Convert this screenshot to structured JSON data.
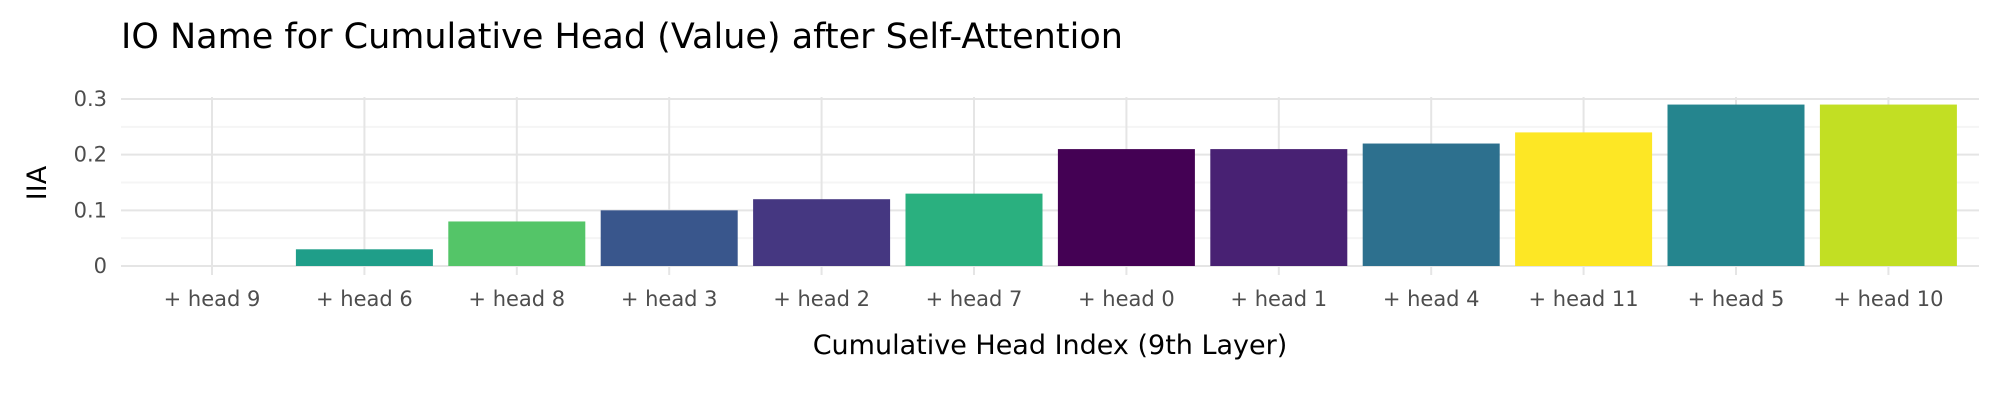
{
  "chart_data": {
    "type": "bar",
    "title": "IO Name for Cumulative Head (Value) after Self-Attention",
    "xlabel": "Cumulative Head Index (9th Layer)",
    "ylabel": "IIA",
    "ylim": [
      0,
      0.3
    ],
    "yticks": [
      0,
      0.1,
      0.2,
      0.3
    ],
    "ytick_labels": [
      "0",
      "0.1",
      "0.2",
      "0.3"
    ],
    "grid": true,
    "categories": [
      "+ head 9",
      "+ head 6",
      "+ head 8",
      "+ head 3",
      "+ head 2",
      "+ head 7",
      "+ head 0",
      "+ head 1",
      "+ head 4",
      "+ head 11",
      "+ head 5",
      "+ head 10"
    ],
    "values": [
      0,
      0.03,
      0.08,
      0.1,
      0.12,
      0.13,
      0.21,
      0.21,
      0.22,
      0.24,
      0.29,
      0.29
    ],
    "colors": [
      "#440154",
      "#1f9e89",
      "#54c568",
      "#39568c",
      "#453781",
      "#2ab07f",
      "#440154",
      "#482173",
      "#2d708e",
      "#fde725",
      "#25858e",
      "#c2df23"
    ]
  }
}
